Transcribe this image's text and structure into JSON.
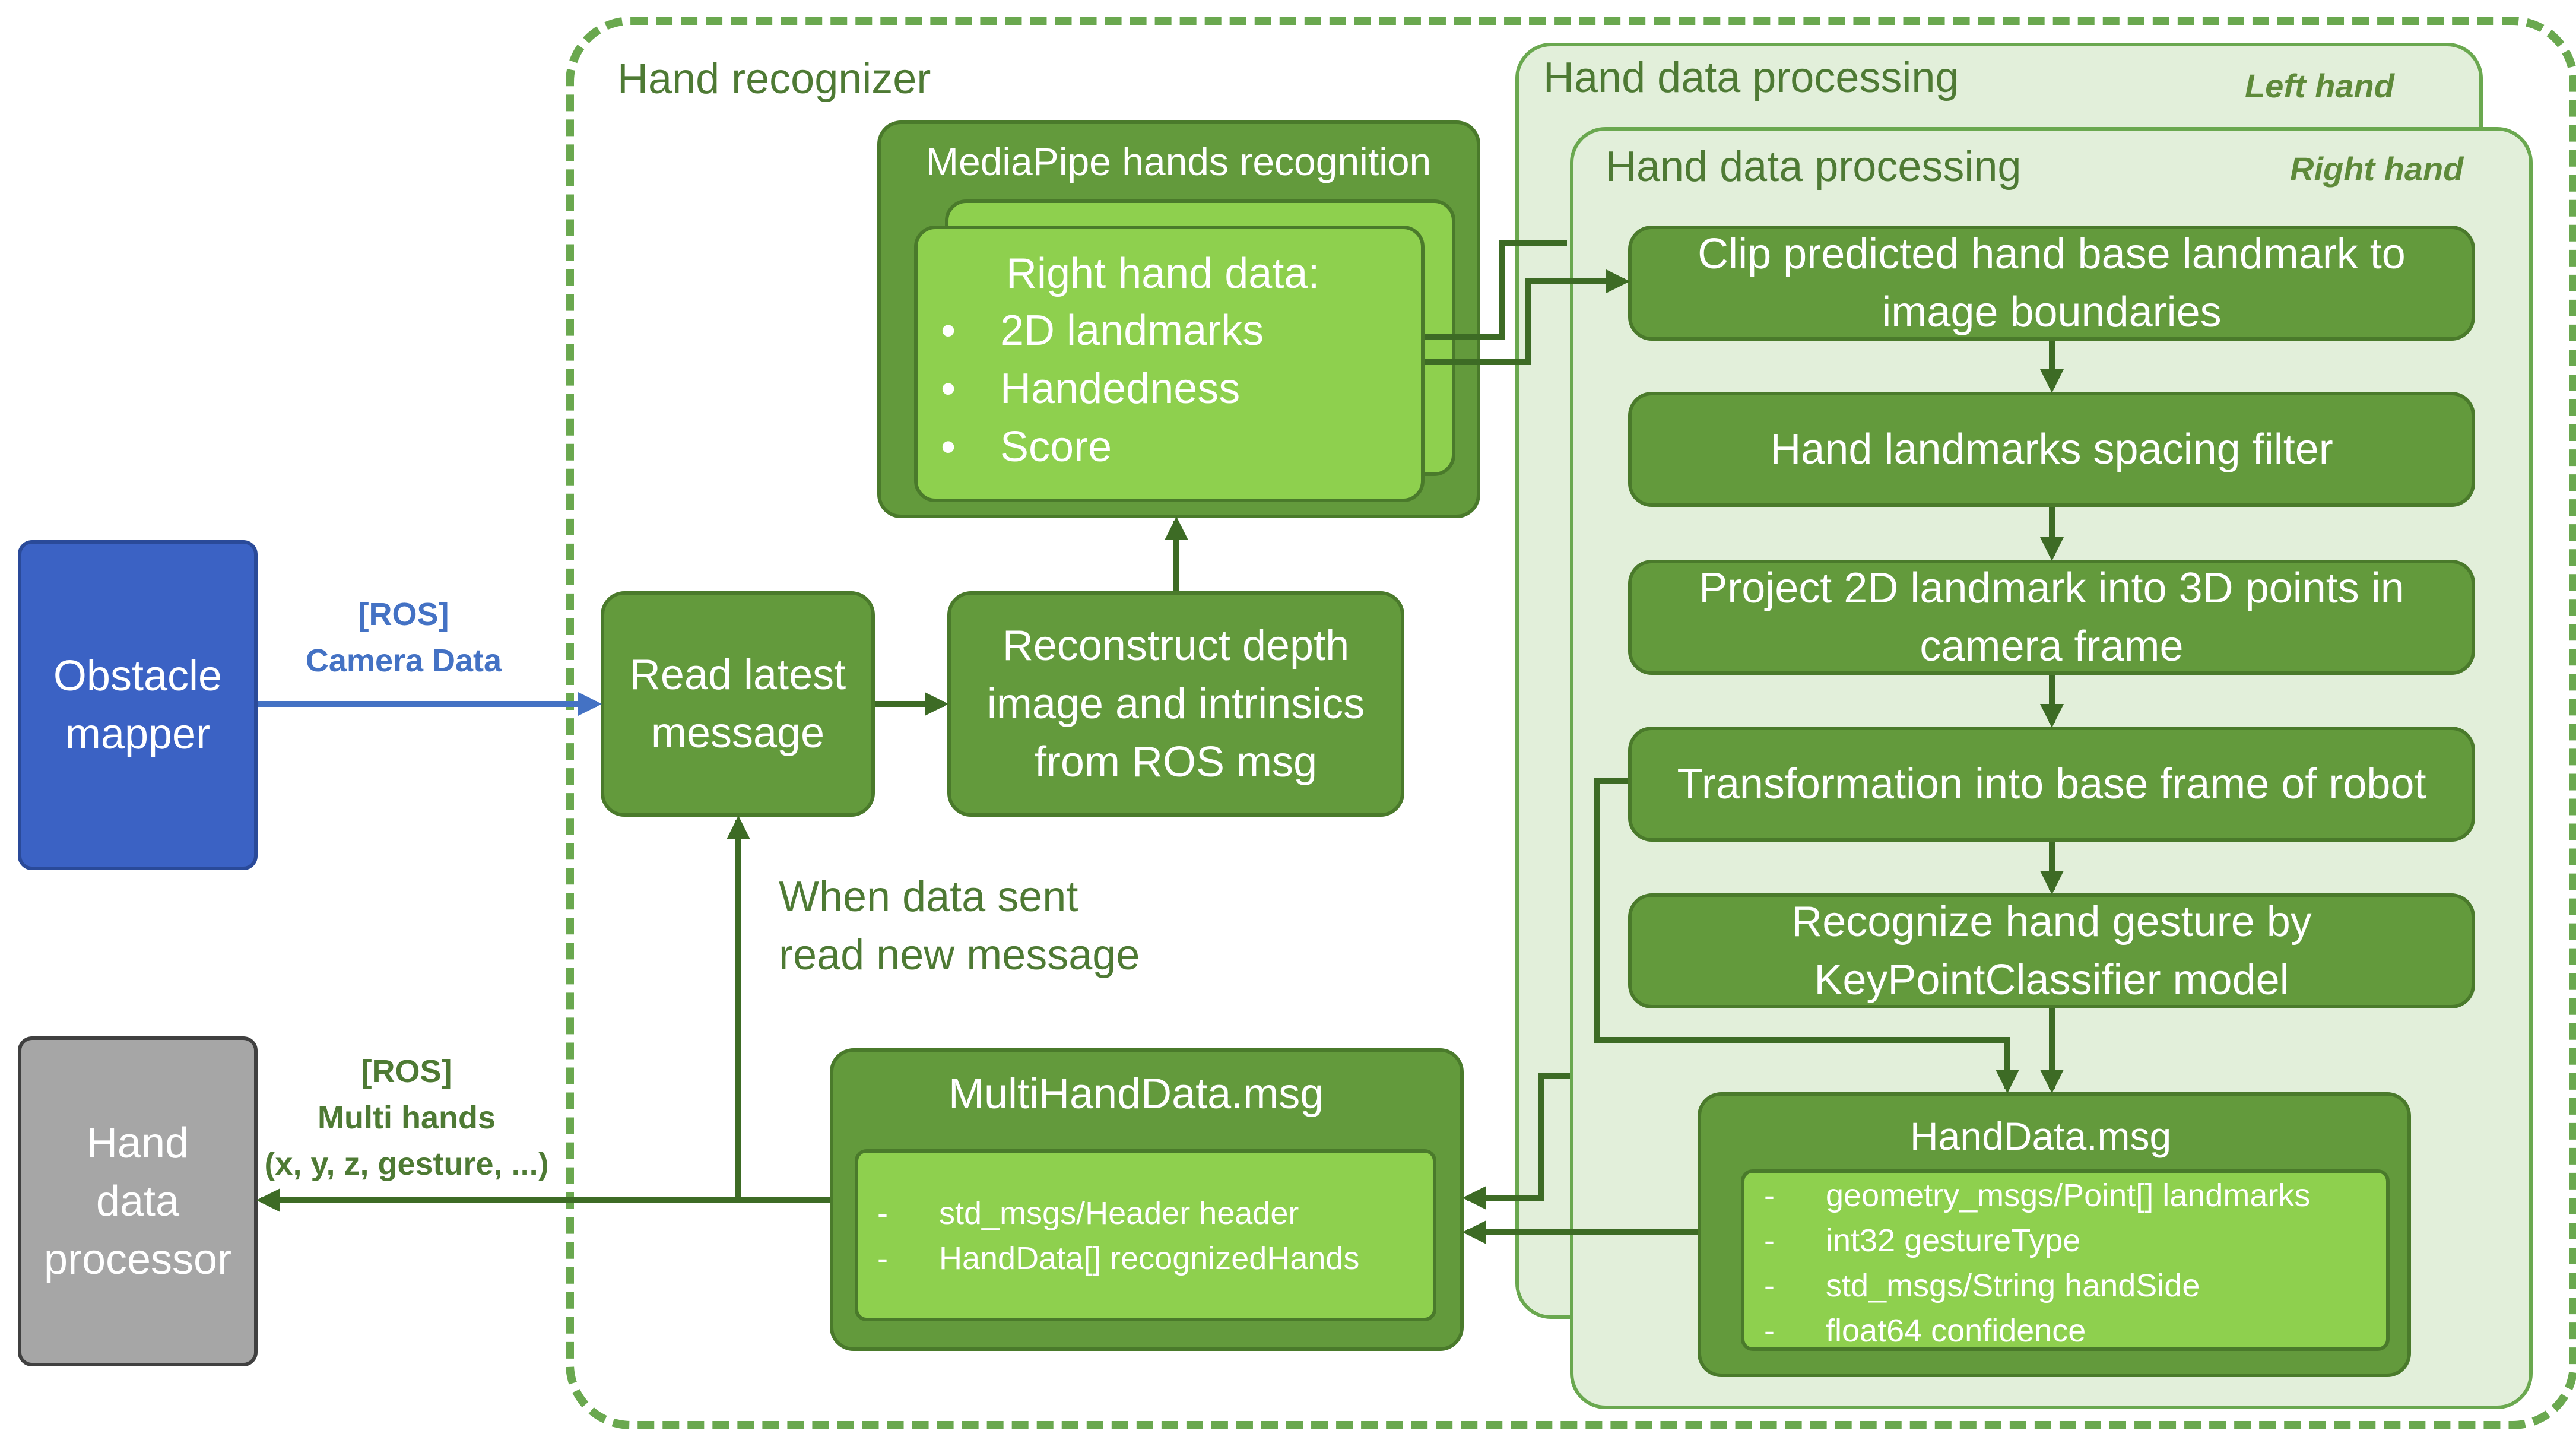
{
  "left": {
    "obstacle_mapper": [
      "Obstacle",
      "mapper"
    ],
    "hand_data_processor": [
      "Hand",
      "data",
      "processor"
    ],
    "camera_link": {
      "tag": "[ROS]",
      "label": "Camera Data"
    },
    "multi_hands_link": {
      "tag": "[ROS]",
      "label": "Multi hands",
      "detail": "(x, y, z, gesture, ...)"
    }
  },
  "recognizer": {
    "title": "Hand recognizer",
    "read_latest": [
      "Read latest",
      "message"
    ],
    "reconstruct": [
      "Reconstruct depth",
      "image and intrinsics",
      "from ROS msg"
    ],
    "loop_note": [
      "When data sent",
      "read new message"
    ],
    "mediapipe": {
      "title": "MediaPipe hands recognition",
      "heading": "Right hand data:",
      "items": [
        "2D landmarks",
        "Handedness",
        "Score"
      ]
    },
    "multi_msg": {
      "title": "MultiHandData.msg",
      "fields": [
        "std_msgs/Header header",
        "HandData[] recognizedHands"
      ]
    }
  },
  "processing": {
    "back_panel": {
      "title": "Hand data processing",
      "tag": "Left hand"
    },
    "front_panel": {
      "title": "Hand data processing",
      "tag": "Right hand"
    },
    "steps": [
      [
        "Clip predicted hand base landmark to",
        "image boundaries"
      ],
      [
        "Hand landmarks spacing filter"
      ],
      [
        "Project 2D landmark into 3D points in",
        "camera frame"
      ],
      [
        "Transformation into base frame of robot"
      ],
      [
        "Recognize hand gesture by",
        "KeyPointClassifier model"
      ]
    ],
    "hand_msg": {
      "title": "HandData.msg",
      "fields": [
        "geometry_msgs/Point[] landmarks",
        "int32 gestureType",
        "std_msgs/String handSide",
        "float64 confidence"
      ]
    }
  },
  "colors": {
    "container_dash": "#6aa84f",
    "dark_green": "#639a3c",
    "light_green": "#8ed04e",
    "arrow_green": "#3d6b25",
    "arrow_blue": "#4472c4",
    "obstacle_blue": "#3b62c4",
    "processor_gray": "#a6a6a6"
  }
}
